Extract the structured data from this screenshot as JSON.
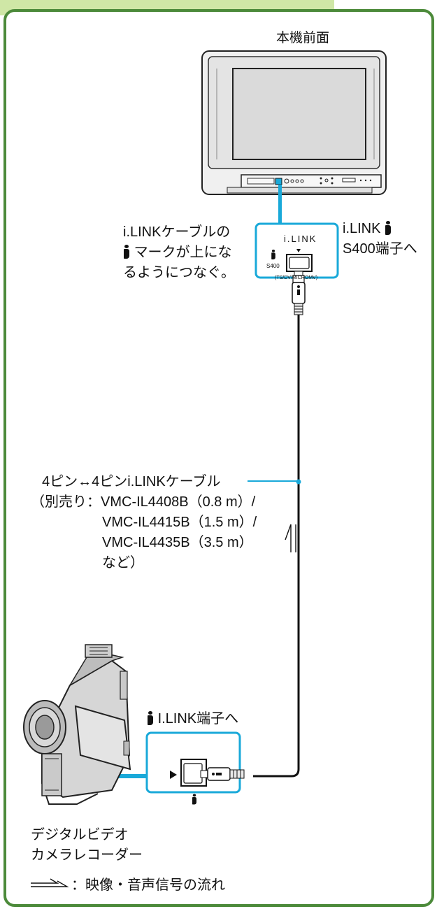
{
  "tv_label": "本機前面",
  "panel": {
    "brand": "i.LINK",
    "s400": "S400",
    "formats": "(TS/DV/MICROMV)"
  },
  "tv_callout": {
    "line1": "i.LINK",
    "line2": "S400端子へ"
  },
  "cable_note": {
    "line1": "i.LINKケーブルの",
    "line2": "マークが上にな",
    "line3": "るようにつなぐ。"
  },
  "cable_spec": {
    "line1": "4ピン↔4ピンi.LINKケーブル",
    "line2": "（別売り：VMC-IL4408B（0.8 m）/",
    "line3": "VMC-IL4415B（1.5 m）/",
    "line4": "VMC-IL4435B（3.5 m）",
    "line5": "など）"
  },
  "camera_callout": "I.LINK端子へ",
  "camera_label": {
    "line1": "デジタルビデオ",
    "line2": "カメラレコーダー"
  },
  "legend_text": "：映像・音声信号の流れ",
  "colors": {
    "frame": "#4c8a3a",
    "header_tab": "#cfe7a6",
    "connection": "#19a9d9"
  }
}
